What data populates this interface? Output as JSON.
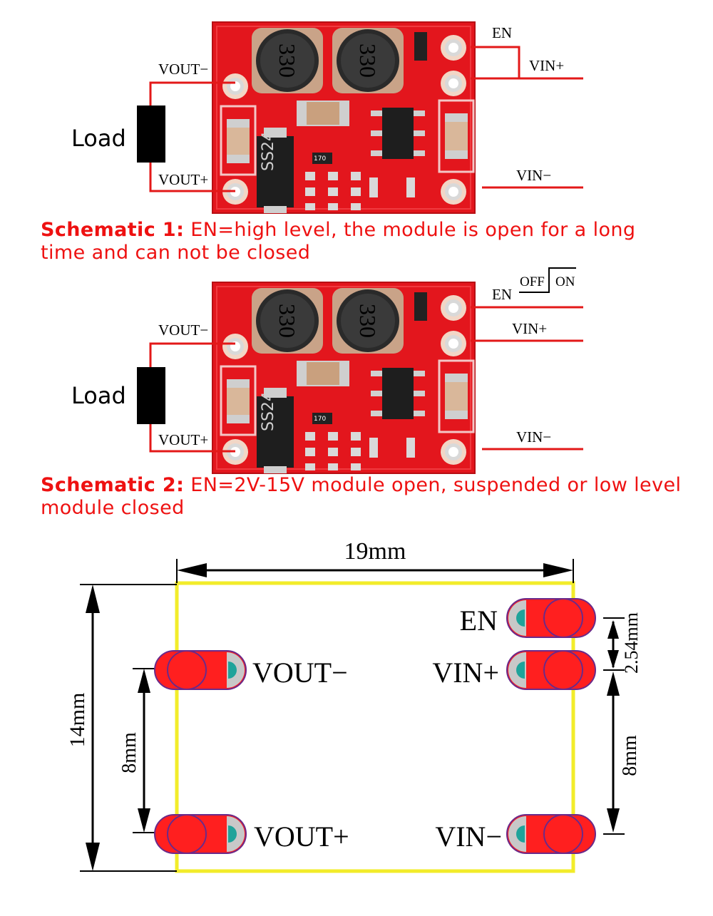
{
  "schematic1": {
    "caption_bold": "Schematic 1:",
    "caption_text": " EN=high level, the module is open for a long time and can not be closed",
    "load_label": "Load",
    "labels": {
      "vout_minus": "VOUT−",
      "vout_plus": "VOUT+",
      "en": "EN",
      "vin_plus": "VIN+",
      "vin_minus": "VIN−"
    }
  },
  "schematic2": {
    "caption_bold": "Schematic 2:",
    "caption_text": " EN=2V-15V module open, suspended or low level module closed",
    "load_label": "Load",
    "labels": {
      "vout_minus": "VOUT−",
      "vout_plus": "VOUT+",
      "en": "EN",
      "off": "OFF",
      "on": "ON",
      "vin_plus": "VIN+",
      "vin_minus": "VIN−"
    }
  },
  "board": {
    "inductor_marking": "330",
    "diode_marking": "SS24",
    "resistor_marking": "170"
  },
  "dimensions": {
    "width": "19mm",
    "height": "14mm",
    "pin_spacing_left": "8mm",
    "pin_spacing_right": "8mm",
    "pin_pitch": "2.54mm",
    "pins": {
      "en": "EN",
      "vin_plus": "VIN+",
      "vin_minus": "VIN−",
      "vout_minus": "VOUT−",
      "vout_plus": "VOUT+"
    }
  },
  "colors": {
    "board": "#e3161d",
    "caption": "#ee1111",
    "outline": "#f2ec2a",
    "pad": "#ff1f1f"
  }
}
